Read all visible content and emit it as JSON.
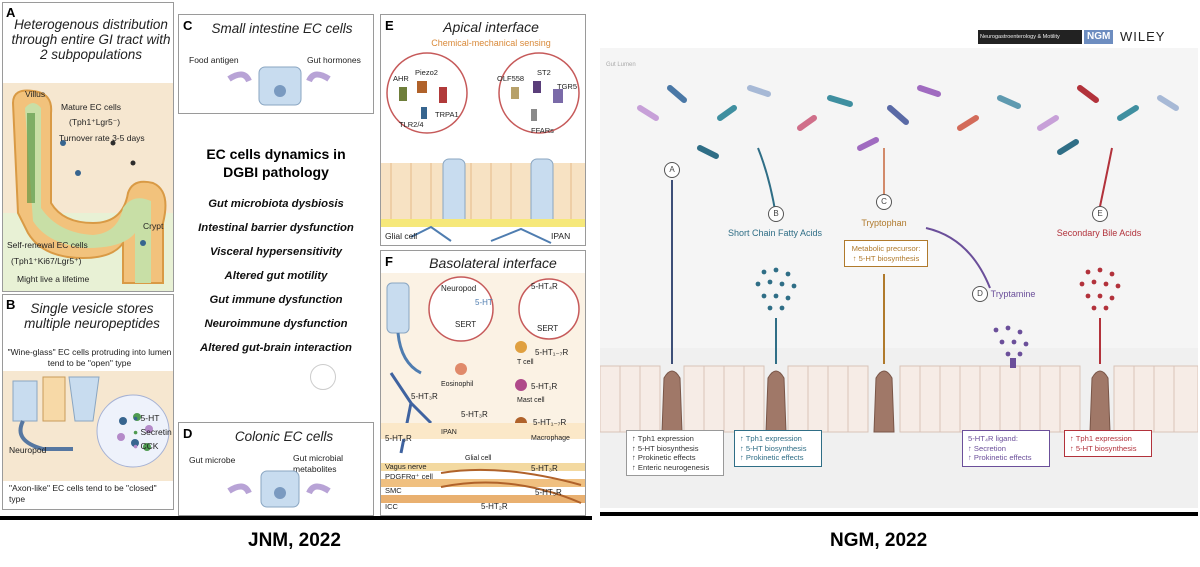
{
  "left_figure": {
    "panel_a": {
      "letter": "A",
      "title": "Heterogenous distribution through entire GI tract with 2 subpopulations",
      "labels": {
        "villus": "Villus",
        "mature": "Mature EC cells",
        "mature_marker": "(Tph1⁺Lgr5⁻)",
        "turnover": "Turnover rate 3-5 days",
        "crypt": "Crypt",
        "self_renewal": "Self-renewal  EC cells",
        "self_marker": "(Tph1⁺Ki67/Lgr5⁺)",
        "lifetime": "Might live a lifetime"
      }
    },
    "panel_b": {
      "letter": "B",
      "title": "Single vesicle stores multiple neuropeptides",
      "wine_glass": "\"Wine-glass\" EC cells protruding into lumen tend to be \"open\" type",
      "neuropod": "Neuropod",
      "axon_like": "\"Axon-like\" EC cells tend to be \"closed\" type",
      "legend": [
        "5-HT",
        "Secretin",
        "CCK"
      ]
    },
    "panel_c": {
      "letter": "C",
      "title": "Small intestine EC cells",
      "food": "Food antigen",
      "hormones": "Gut hormones"
    },
    "center": {
      "title_line1": "EC cells dynamics in",
      "title_line2": "DGBI pathology",
      "items": [
        "Gut microbiota dysbiosis",
        "Intestinal barrier dysfunction",
        "Visceral hypersensitivity",
        "Altered gut motility",
        "Gut immune dysfunction",
        "Neuroimmune dysfunction",
        "Altered gut-brain interaction"
      ]
    },
    "panel_d": {
      "letter": "D",
      "title": "Colonic EC cells",
      "microbe": "Gut microbe",
      "metabolites": "Gut microbial metabolites"
    },
    "panel_e": {
      "letter": "E",
      "title": "Apical interface",
      "subtitle": "Chemical-mechanical sensing",
      "receptors_left": [
        "AHR",
        "Piezo2",
        "TRPA1",
        "TLR2/4"
      ],
      "receptors_right": [
        "OLF558",
        "ST2",
        "TGR5",
        "FFARs"
      ],
      "glial": "Glial  cell",
      "ipan": "IPAN"
    },
    "panel_f": {
      "letter": "F",
      "title": "Basolateral interface",
      "neuropod": "Neuropod",
      "fivehttag": "5-HT",
      "sert1": "SERT",
      "ht4r": "5-HT₄R",
      "sert2": "SERT",
      "labels": [
        "5-HT₁₋₇R",
        "T cell",
        "5-HT₃R",
        "Eosinophil",
        "5-HT₁R",
        "Mast cell",
        "5-HT₁₋₇R",
        "5-HT₃R",
        "Macrophage",
        "IPAN",
        "Glial cell",
        "5-HT₃R"
      ],
      "vagus": "Vagus nerve",
      "pdgfr": "PDGFRα⁺ cell",
      "smc": "SMC",
      "icc": "ICC",
      "bottom_receptors": [
        "5-HT₃R",
        "5-HT₃R",
        "5-HT₂R"
      ]
    },
    "caption": "JNM, 2022"
  },
  "right_figure": {
    "header": {
      "journal_small": "Neurogastroenterology & Motility",
      "brand_ngm": "NGM",
      "brand_wiley": "WILEY"
    },
    "lumen_label": "Gut Lumen",
    "pathways": [
      {
        "id": "A",
        "label": "",
        "color": "#3d4f78",
        "effects": [
          "↑ Tph1 expression",
          "↑ 5-HT biosynthesis",
          "↑ Prokinetic effects",
          "↑ Enteric neurogenesis"
        ]
      },
      {
        "id": "B",
        "label": "Short Chain Fatty Acids",
        "color": "#2f6e86",
        "effects": [
          "↑ Tph1 expression",
          "↑ 5-HT biosynthesis",
          "↑ Prokinetic effects"
        ]
      },
      {
        "id": "C",
        "label": "Tryptophan",
        "color": "#b07a2c",
        "effects": [
          "Metabolic precursor:",
          "↑ 5-HT biosynthesis"
        ]
      },
      {
        "id": "D",
        "label": "Tryptamine",
        "color": "#6b4f9a",
        "effects": [
          "5-HT₄R ligand:",
          "↑ Secretion",
          "↑ Prokinetic effects"
        ]
      },
      {
        "id": "E",
        "label": "Secondary Bile Acids",
        "color": "#b2323b",
        "effects": [
          "↑ Tph1 expression",
          "↑ 5-HT biosynthesis"
        ]
      }
    ],
    "caption": "NGM, 2022"
  },
  "colors": {
    "beige": "#f3e2c7",
    "cell_blue": "#c8dcef",
    "gut_bg": "#f0f0f0",
    "ec_brown": "#a07868"
  }
}
